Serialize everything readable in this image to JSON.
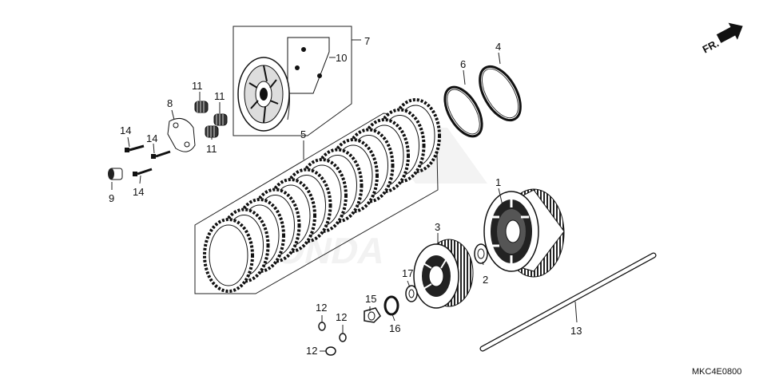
{
  "diagram_code": "MKC4E0800",
  "direction_label": "FR.",
  "callouts": {
    "c1": "1",
    "c2": "2",
    "c3": "3",
    "c4": "4",
    "c5": "5",
    "c6": "6",
    "c7": "7",
    "c8": "8",
    "c9": "9",
    "c10": "10",
    "c11a": "11",
    "c11b": "11",
    "c11c": "11",
    "c12a": "12",
    "c12b": "12",
    "c12c": "12",
    "c13": "13",
    "c14a": "14",
    "c14b": "14",
    "c14c": "14",
    "c15": "15",
    "c16": "16",
    "c17": "17"
  },
  "icons": {
    "direction": "front-arrow-icon"
  }
}
